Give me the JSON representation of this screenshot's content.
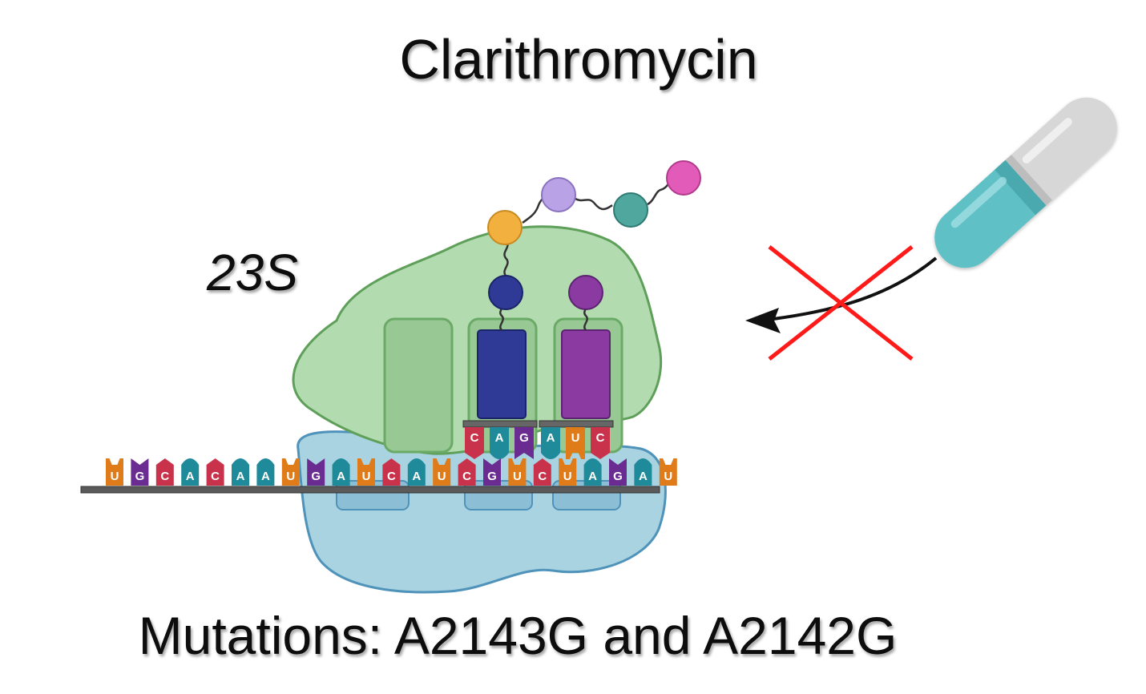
{
  "title": "Clarithromycin",
  "subunit_label": "23S",
  "footer": "Mutations: A2143G and A2142G",
  "mrna": {
    "bases": [
      "U",
      "G",
      "C",
      "A",
      "C",
      "A",
      "A",
      "U",
      "G",
      "A",
      "U",
      "C",
      "A",
      "U",
      "C",
      "G",
      "U",
      "C",
      "U",
      "A",
      "G",
      "A",
      "U"
    ]
  },
  "trna_sites": [
    {
      "anticodon": [
        "C",
        "A",
        "G"
      ]
    },
    {
      "anticodon": [
        "A",
        "U",
        "C"
      ]
    }
  ],
  "colors": {
    "A": "#1f8a99",
    "U": "#e07b1a",
    "G": "#6a2c91",
    "C": "#c8324a",
    "large_subunit": "#a9d3a3",
    "small_subunit": "#a9d3e0",
    "cross": "#ff1a1a",
    "capsule_body": "#5fc0c6",
    "capsule_cap": "#d7d7d7"
  },
  "icons": {
    "drug": "capsule-icon",
    "blocked": "red-x-icon",
    "arrow": "curved-arrow-icon"
  }
}
